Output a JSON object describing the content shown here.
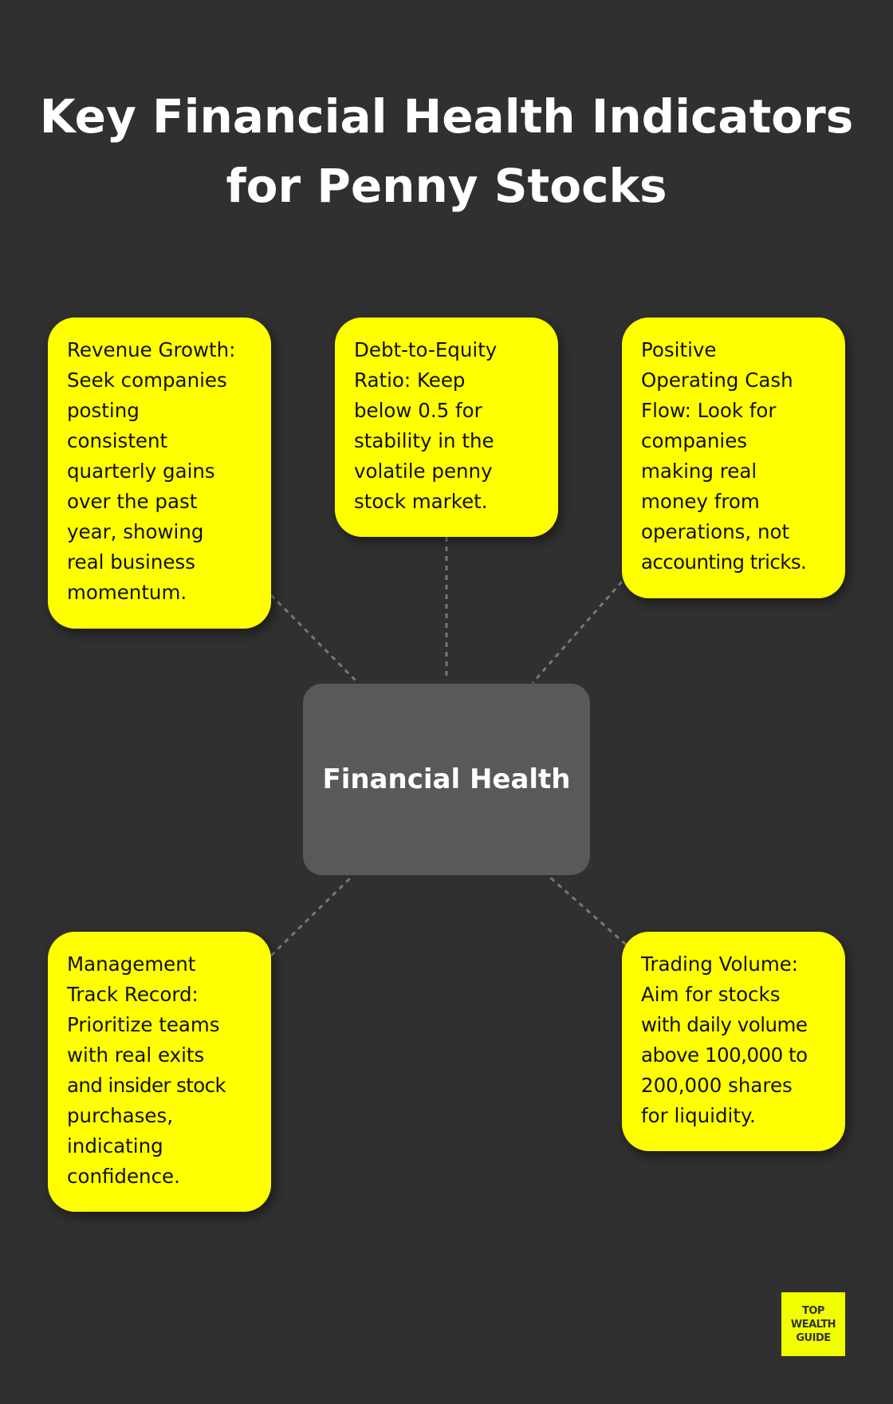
{
  "title": {
    "lines": [
      "Key Financial Health Indicators",
      "for Penny Stocks"
    ]
  },
  "center": {
    "label": "Financial Health"
  },
  "colors": {
    "background": "#303030",
    "box": "#ffff00",
    "center": "#595959"
  },
  "boxes": [
    {
      "lines": [
        "Revenue Growth:",
        "Seek companies",
        "posting",
        "consistent",
        "quarterly gains",
        "over the past",
        "year, showing",
        "real business",
        "momentum."
      ]
    },
    {
      "lines": [
        "Debt-to-Equity",
        "Ratio: Keep",
        "below 0.5 for",
        "stability in the",
        "volatile penny",
        "stock market."
      ]
    },
    {
      "lines": [
        "Positive",
        "Operating Cash",
        "Flow: Look for",
        "companies",
        "making real",
        "money from",
        "operations, not",
        "accounting tricks."
      ]
    },
    {
      "lines": [
        "Management",
        "Track Record:",
        "Prioritize teams",
        "with real exits",
        "and insider stock",
        "purchases,",
        "indicating",
        "confidence."
      ]
    },
    {
      "lines": [
        "Trading Volume:",
        "Aim for stocks",
        "with daily volume",
        "above 100,000 to",
        "200,000 shares",
        "for liquidity."
      ]
    }
  ],
  "logo": {
    "lines": [
      "TOP",
      "WEALTH",
      "GUIDE"
    ]
  }
}
